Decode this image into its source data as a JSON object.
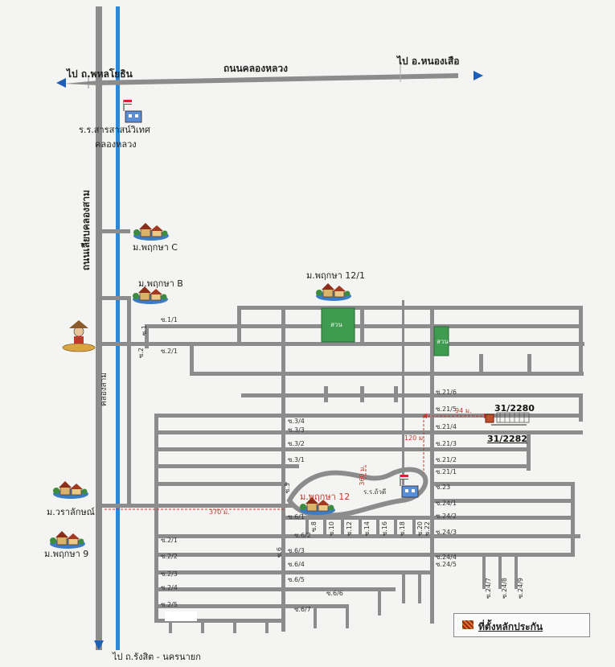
{
  "labels": {
    "to_phahon": "ไป ถ.พหลโยธิน",
    "road_khlong_luang": "ถนนคลองหลวง",
    "to_nong_suea": "ไป อ.หนองเสือ",
    "school_1": "ร.ร.สารสาสน์วิเทศ",
    "school_1_b": "คลองหลวง",
    "road_side": "ถนนเลียบคลองสาม",
    "canal": "คลองสาม",
    "village_c": "ม.พฤกษา C",
    "village_b": "ม.พฤกษา B",
    "village_12_1": "ม.พฤกษา 12/1",
    "village_waralak": "ม.วราลักษณ์",
    "village_9": "ม.พฤกษา 9",
    "village_12": "ม.พฤกษา 12",
    "school_2": "ร.ร.ถ้วดี",
    "to_rangsit": "ไป ถ.รังสิต - นครนายก",
    "park_1": "สวน",
    "park_2": "สวน"
  },
  "sois": {
    "s1_1": "ซ.1/1",
    "s2_1": "ซ.2/1",
    "s1": "ซ.1",
    "s2": "ซ.2",
    "s21_6": "ซ.21/6",
    "s21_5": "ซ.21/5",
    "s21_4": "ซ.21/4",
    "s21_3": "ซ.21/3",
    "s21_2": "ซ.21/2",
    "s21_1": "ซ.21/1",
    "s23": "ซ.23",
    "s24_1": "ซ.24/1",
    "s24_2": "ซ.24/2",
    "s24_3": "ซ.24/3",
    "s24_4": "ซ.24/4",
    "s24_5": "ซ.24/5",
    "s24_7": "ซ.24/7",
    "s24_8": "ซ.24/8",
    "s24_9": "ซ.24/9",
    "s3_4": "ซ.3/4",
    "s3_3": "ซ.3/3",
    "s3_2": "ซ.3/2",
    "s3_1": "ซ.3/1",
    "s3": "ซ.3",
    "s6_1": "ซ.6/1",
    "s6_2": "ซ.6/2",
    "s6_3": "ซ.6/3",
    "s6_4": "ซ.6/4",
    "s6_5": "ซ.6/5",
    "s6_6": "ซ.6/6",
    "s6_7": "ซ.6/7",
    "s6": "ซ.6",
    "s2_1b": "ซ.2/1",
    "s2_2": "ซ.2/2",
    "s2_3": "ซ.2/3",
    "s2_4": "ซ.2/4",
    "s2_5": "ซ.2/5",
    "s8": "ซ.8",
    "s10": "ซ.10",
    "s12": "ซ.12",
    "s14": "ซ.14",
    "s16": "ซ.16",
    "s18": "ซ.18",
    "s20": "ซ.20",
    "s22": "ซ.22"
  },
  "distances": {
    "d94": "94 ม.",
    "d120": "120 ม.",
    "d360": "360 ม.",
    "d370": "370 ม."
  },
  "lots": {
    "lot_a": "31/2280",
    "lot_b": "31/2282"
  },
  "legend": {
    "label": "ที่ตั้งหลักประกัน"
  },
  "colors": {
    "road": "#8c8c8c",
    "canal": "#2f88d6",
    "park": "#3e9b4f",
    "arrow": "#1f5fb8",
    "distance": "#c0392b",
    "marker": "#c0502b"
  }
}
